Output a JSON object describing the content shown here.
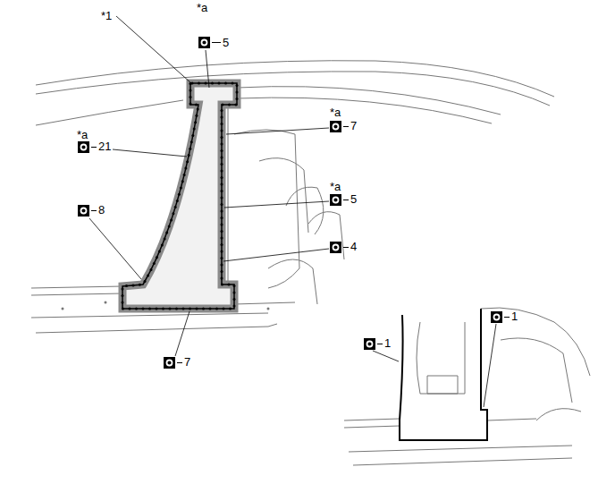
{
  "diagram": {
    "labels": [
      "*1",
      "*a",
      "5",
      "*a",
      "7",
      "*a",
      "21",
      "*a",
      "5",
      "8",
      "4",
      "7",
      "1",
      "1"
    ]
  }
}
